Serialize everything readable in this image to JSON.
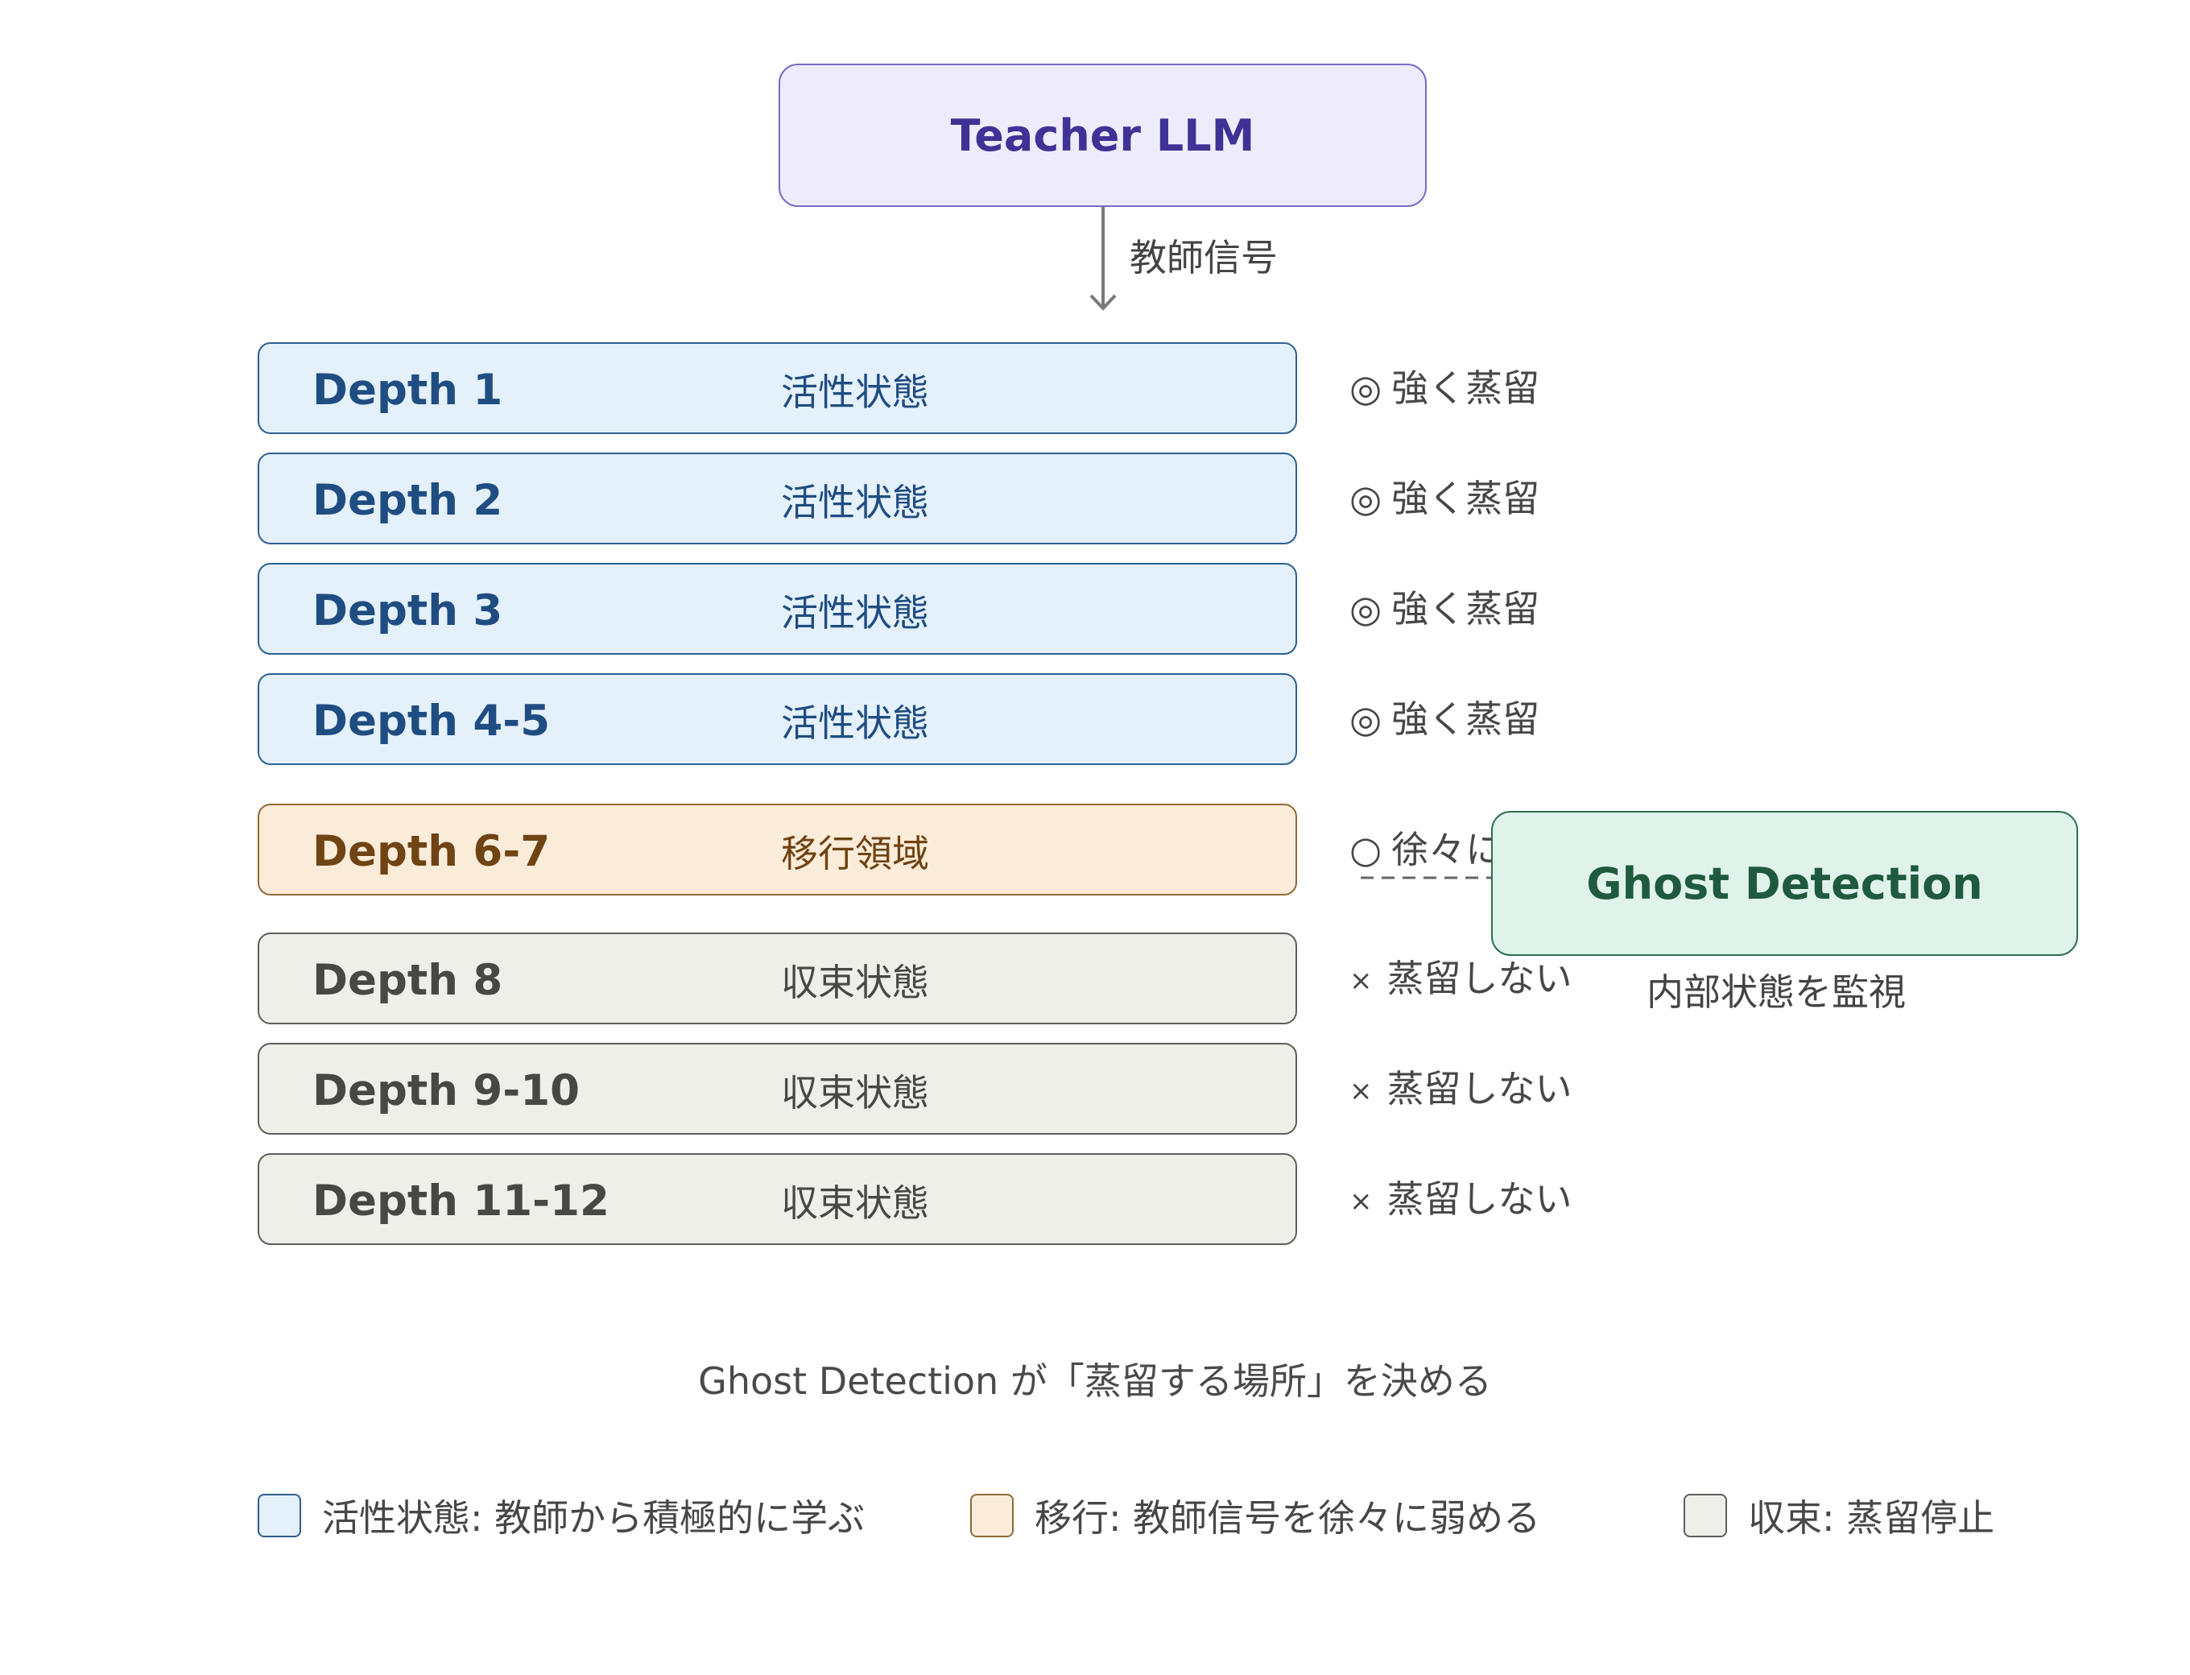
{
  "teacher": {
    "label": "Teacher LLM"
  },
  "signal": {
    "label": "教師信号"
  },
  "depths": [
    {
      "name": "Depth 1",
      "state": "活性状態",
      "status_symbol": "◎",
      "status_text": "強く蒸留",
      "kind": "active"
    },
    {
      "name": "Depth 2",
      "state": "活性状態",
      "status_symbol": "◎",
      "status_text": "強く蒸留",
      "kind": "active"
    },
    {
      "name": "Depth 3",
      "state": "活性状態",
      "status_symbol": "◎",
      "status_text": "強く蒸留",
      "kind": "active"
    },
    {
      "name": "Depth 4-5",
      "state": "活性状態",
      "status_symbol": "◎",
      "status_text": "強く蒸留",
      "kind": "active"
    },
    {
      "name": "Depth 6-7",
      "state": "移行領域",
      "status_symbol": "○",
      "status_text": "徐々に弱める",
      "kind": "transition"
    },
    {
      "name": "Depth 8",
      "state": "収束状態",
      "status_symbol": "×",
      "status_text": "蒸留しない",
      "kind": "converge"
    },
    {
      "name": "Depth 9-10",
      "state": "収束状態",
      "status_symbol": "×",
      "status_text": "蒸留しない",
      "kind": "converge"
    },
    {
      "name": "Depth 11-12",
      "state": "収束状態",
      "status_symbol": "×",
      "status_text": "蒸留しない",
      "kind": "converge"
    }
  ],
  "ghost": {
    "label": "Ghost Detection",
    "sublabel": "内部状態を監視"
  },
  "caption": "Ghost Detection が「蒸留する場所」を決める",
  "legend": [
    {
      "label": "活性状態: 教師から積極的に学ぶ",
      "fill": "#e4f0fa",
      "stroke": "#2e5f92"
    },
    {
      "label": "移行: 教師信号を徐々に弱める",
      "fill": "#fbecd9",
      "stroke": "#8e6a36"
    },
    {
      "label": "収束: 蒸留停止",
      "fill": "#efefea",
      "stroke": "#5e5e5a"
    }
  ],
  "colors": {
    "active": "#e4f0fa",
    "transition": "#fbecd9",
    "converge": "#efefea",
    "teacher": "#eeecfc",
    "ghost": "#e0f3ea"
  }
}
